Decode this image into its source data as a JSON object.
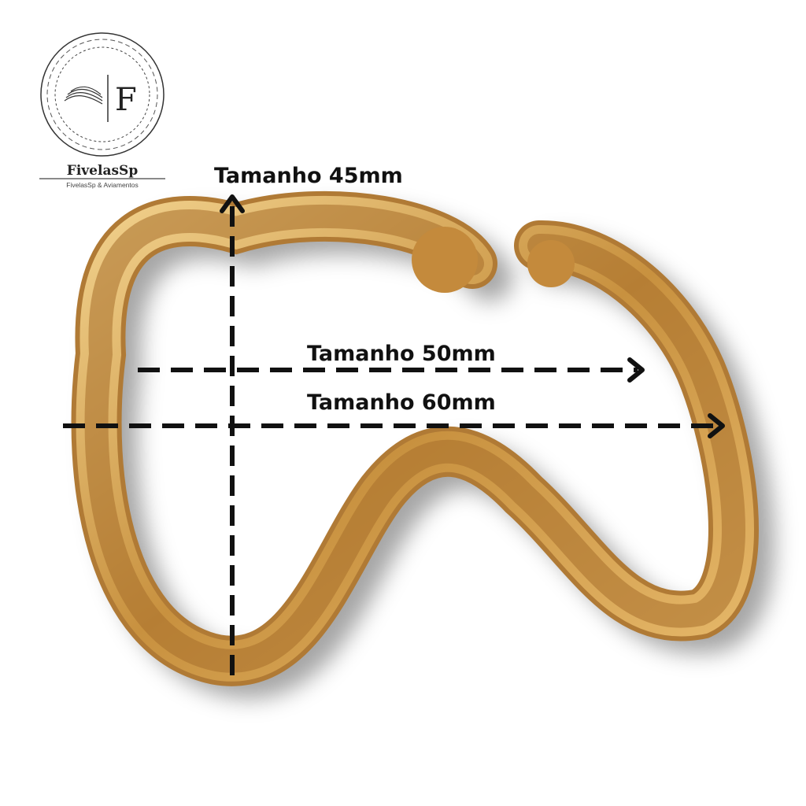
{
  "logo": {
    "monogram": "F",
    "brand": "FivelasSp",
    "tagline": "FivelasSp & Aviamentos"
  },
  "dimensions": {
    "height_label": "Tamanho 45mm",
    "inner_width_label": "Tamanho 50mm",
    "outer_width_label": "Tamanho 60mm"
  },
  "colors": {
    "gold": "#c8913f",
    "gold_light": "#eac27a",
    "gold_dark": "#8a5a22",
    "annotation": "#111111"
  }
}
